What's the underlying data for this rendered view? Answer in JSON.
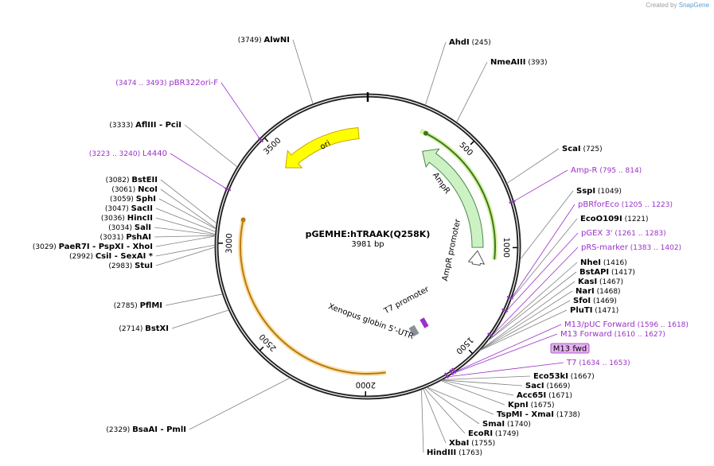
{
  "credit": {
    "prefix": "Created by",
    "brand": "SnapGene"
  },
  "plasmid": {
    "name": "pGEMHE:hTRAAK(Q258K)",
    "size_label": "3981 bp",
    "length": 3981
  },
  "ticks": [
    {
      "pos": 500,
      "label": "500"
    },
    {
      "pos": 1000,
      "label": "1000"
    },
    {
      "pos": 1500,
      "label": "1500"
    },
    {
      "pos": 2000,
      "label": "2000"
    },
    {
      "pos": 2500,
      "label": "2500"
    },
    {
      "pos": 3000,
      "label": "3000"
    },
    {
      "pos": 3500,
      "label": "3500"
    }
  ],
  "features": [
    {
      "name": "ori",
      "color": "#ffff00",
      "stroke": "#c8a800"
    },
    {
      "name": "AmpR",
      "color": "#ccf2c4",
      "stroke": "#4a8a4a"
    },
    {
      "name": "AmpR promoter",
      "color": "#ffffff",
      "stroke": "#555555"
    },
    {
      "name": "T7 promoter",
      "color": "#ffffff",
      "stroke": "#555555"
    },
    {
      "name": "Xenopus globin 5'-UTR",
      "color": "#a0a8b0",
      "stroke": "#555555"
    }
  ],
  "sites": [
    {
      "id": "alwni",
      "name": "AlwNI",
      "pos": "(3749)"
    },
    {
      "id": "ahdi",
      "name": "AhdI",
      "pos": "(245)"
    },
    {
      "id": "nmeaiii",
      "name": "NmeAIII",
      "pos": "(393)"
    },
    {
      "id": "afliii",
      "name": "AflIII",
      "extra": "- PciI",
      "pos": "(3333)"
    },
    {
      "id": "scai",
      "name": "ScaI",
      "pos": "(725)"
    },
    {
      "id": "sspi",
      "name": "SspI",
      "pos": "(1049)"
    },
    {
      "id": "ecoo109i",
      "name": "EcoO109I",
      "pos": "(1221)"
    },
    {
      "id": "bsteii",
      "name": "BstEII",
      "pos": "(3082)"
    },
    {
      "id": "ncoi",
      "name": "NcoI",
      "pos": "(3061)"
    },
    {
      "id": "sphi",
      "name": "SphI",
      "pos": "(3059)"
    },
    {
      "id": "sacii",
      "name": "SacII",
      "pos": "(3047)"
    },
    {
      "id": "hincii",
      "name": "HincII",
      "pos": "(3036)"
    },
    {
      "id": "sali",
      "name": "SalI",
      "pos": "(3034)"
    },
    {
      "id": "pshai",
      "name": "PshAI",
      "pos": "(3031)"
    },
    {
      "id": "paer7i",
      "name": "PaeR7I",
      "extra": "- PspXI   - XhoI",
      "pos": "(3029)"
    },
    {
      "id": "csii",
      "name": "CsiI",
      "extra": "- SexAI *",
      "pos": "(2992)"
    },
    {
      "id": "stui",
      "name": "StuI",
      "pos": "(2983)"
    },
    {
      "id": "nhei",
      "name": "NheI",
      "pos": "(1416)"
    },
    {
      "id": "bstapi",
      "name": "BstAPI",
      "pos": "(1417)"
    },
    {
      "id": "kasi",
      "name": "KasI",
      "pos": "(1467)"
    },
    {
      "id": "nari",
      "name": "NarI",
      "pos": "(1468)"
    },
    {
      "id": "sfoi",
      "name": "SfoI",
      "pos": "(1469)"
    },
    {
      "id": "pluti",
      "name": "PluTI",
      "pos": "(1471)"
    },
    {
      "id": "pfimi",
      "name": "PflMI",
      "pos": "(2785)"
    },
    {
      "id": "bstxi",
      "name": "BstXI",
      "pos": "(2714)"
    },
    {
      "id": "eco53ki",
      "name": "Eco53kI",
      "pos": "(1667)"
    },
    {
      "id": "saci",
      "name": "SacI",
      "pos": "(1669)"
    },
    {
      "id": "acc65i",
      "name": "Acc65I",
      "pos": "(1671)"
    },
    {
      "id": "kpni",
      "name": "KpnI",
      "pos": "(1675)"
    },
    {
      "id": "tspmi",
      "name": "TspMI",
      "extra": "- XmaI",
      "pos": "(1738)"
    },
    {
      "id": "smai",
      "name": "SmaI",
      "pos": "(1740)"
    },
    {
      "id": "ecori",
      "name": "EcoRI",
      "pos": "(1749)"
    },
    {
      "id": "xbai",
      "name": "XbaI",
      "pos": "(1755)"
    },
    {
      "id": "hindiii",
      "name": "HindIII",
      "pos": "(1763)"
    },
    {
      "id": "bsaai",
      "name": "BsaAI",
      "extra": "- PmlI",
      "pos": "(2329)"
    }
  ],
  "primers": [
    {
      "id": "pbr322ori",
      "name": "pBR322ori-F",
      "pos": "(3474 .. 3493)"
    },
    {
      "id": "l4440",
      "name": "L4440",
      "pos": "(3223 .. 3240)"
    },
    {
      "id": "ampr",
      "name": "Amp-R",
      "pos": "(795 .. 814)"
    },
    {
      "id": "pbrforeco",
      "name": "pBRforEco",
      "pos": "(1205 .. 1223)"
    },
    {
      "id": "pgex3",
      "name": "pGEX 3'",
      "pos": "(1261 .. 1283)"
    },
    {
      "id": "prsmarker",
      "name": "pRS-marker",
      "pos": "(1383 .. 1402)"
    },
    {
      "id": "m13puc",
      "name": "M13/pUC Forward",
      "pos": "(1596 .. 1618)"
    },
    {
      "id": "m13fwd",
      "name": "M13 Forward",
      "pos": "(1610 .. 1627)"
    },
    {
      "id": "t7",
      "name": "T7",
      "pos": "(1634 .. 1653)"
    }
  ],
  "badge": {
    "label": "M13 fwd",
    "color": "#e6b3f0"
  }
}
